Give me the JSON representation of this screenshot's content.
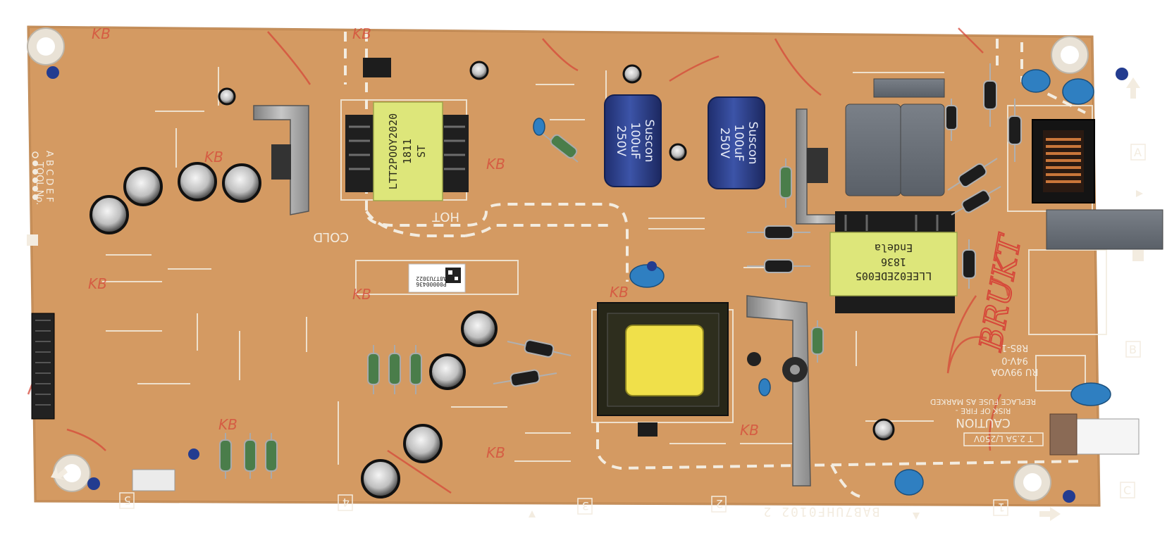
{
  "board": {
    "part_number": "BAB7UHF0102 2",
    "hot_label": "HOT",
    "cold_label": "COLD",
    "tool_no_title": "TOOL No.",
    "tool_no_letters": "A B C D E F",
    "corner_a": "A",
    "corner_b": "B",
    "corner_c": "C",
    "section_1": "1",
    "section_2": "2",
    "section_3": "3",
    "section_4": "4",
    "section_5": "5"
  },
  "transformer_main": {
    "line1": "LTT2POOY2020",
    "line2": "1811",
    "line3": "ST"
  },
  "transformer_pfc": {
    "line1": "LLEE02EDE005",
    "line2": "1836",
    "line3": "Endela"
  },
  "capacitor_left": {
    "line1": "Suscon",
    "line2": "100uF",
    "line3": "250V"
  },
  "capacitor_right": {
    "line1": "Suscon",
    "line2": "100uF",
    "line3": "250V"
  },
  "caution": {
    "title": "CAUTION",
    "line1": "RISK OF FIRE -",
    "line2": "REPLACE FUSE AS MARKED",
    "rating": "T 2.5A L/250V"
  },
  "marks": {
    "kb": "KB",
    "cert1": "R8S-1",
    "cert2": "94V-0",
    "cert3": "RU 99VOA",
    "serial": "P00000436",
    "label_sticker": "A8T7U3022"
  },
  "handwriting": {
    "note": "BRUKT"
  },
  "colors": {
    "pcb": "#d49a62",
    "silkscreen": "#f3ece0",
    "transformer_tape": "#dde67a",
    "electrolytic_blue": "#2b3f8f",
    "heatsink": "#9a9a9a",
    "filter_cap": "#6f757c",
    "ycap_blue": "#2f7fc1",
    "marker_red": "#d6483a"
  }
}
